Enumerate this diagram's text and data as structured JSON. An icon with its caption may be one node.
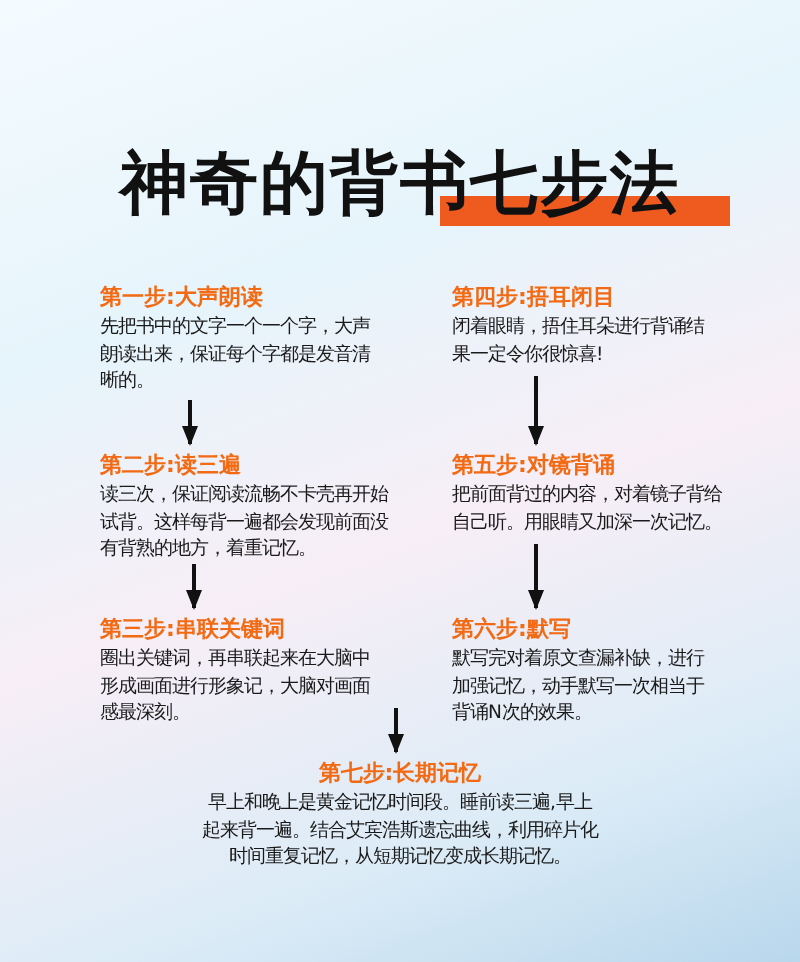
{
  "diagram": {
    "title": "神奇的背书七步法",
    "nodes": [
      {
        "text": [
          "第一步:大声朗读",
          "先把书中的文字一个一个字，大声朗读出来，保证每个字都是发音清晰的。"
        ]
      },
      {
        "text": [
          "第二步:读三遍",
          "读三次，保证阅读流畅不卡壳再开始试背。这样每背一遍都会发现前面没有背熟的地方，着重记忆。"
        ]
      },
      {
        "text": [
          "第三步:串联关键词",
          "圈出关键词，再串联起来在大脑中形成画面进行形象记，大脑对画面感最深刻。"
        ]
      },
      {
        "text": [
          "第四步:捂耳闭目",
          "闭着眼睛，捂住耳朵进行背诵结果一定令你很惊喜!"
        ]
      },
      {
        "text": [
          "第五步:对镜背诵",
          "把前面背过的内容，对着镜子背给自己听。用眼睛又加深一次记忆。"
        ]
      },
      {
        "text": [
          "第六步:默写",
          "默写完对着原文查漏补缺，进行加强记忆，动手默写一次相当于背诵N次的效果。"
        ]
      },
      {
        "text": [
          "第七步:长期记忆",
          "早上和晚上是黄金记忆时间段。睡前读三遍,早上起来背一遍。结合艾宾浩斯遗忘曲线，利用碎片化时间重复记忆，从短期记忆变成长期记忆。"
        ]
      }
    ],
    "edges": [
      {
        "from": 0,
        "to": 1,
        "arrow": "to"
      },
      {
        "from": 1,
        "to": 2,
        "arrow": "to"
      },
      {
        "from": 3,
        "to": 4,
        "arrow": "to"
      },
      {
        "from": 4,
        "to": 5,
        "arrow": "to"
      },
      {
        "from": 2,
        "to": 6,
        "arrow": "to"
      }
    ]
  }
}
